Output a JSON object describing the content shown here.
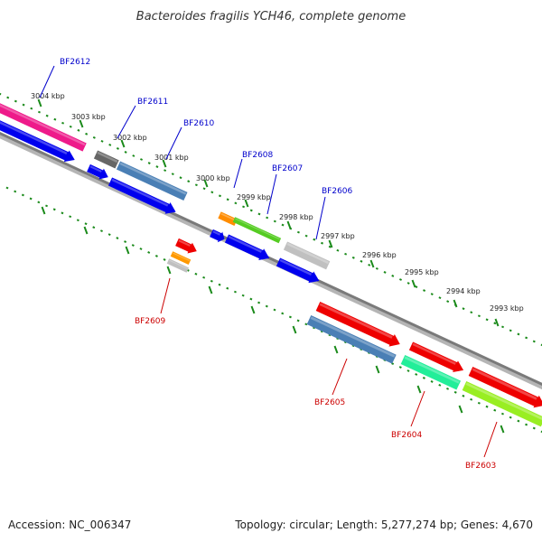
{
  "title": "Bacteroides fragilis YCH46, complete genome",
  "footer": {
    "accession": "Accession: NC_006347",
    "summary": "Topology: circular; Length: 5,277,274 bp; Genes: 4,670"
  },
  "colors": {
    "forward_label": "#0000cc",
    "reverse_label": "#cc0000",
    "tick": "#1a8a1a",
    "backbone": "#7a7a7a"
  },
  "ticks": [
    {
      "label": "3004 kbp"
    },
    {
      "label": "3003 kbp"
    },
    {
      "label": "3002 kbp"
    },
    {
      "label": "3001 kbp"
    },
    {
      "label": "3000 kbp"
    },
    {
      "label": "2999 kbp"
    },
    {
      "label": "2998 kbp"
    },
    {
      "label": "2997 kbp"
    },
    {
      "label": "2996 kbp"
    },
    {
      "label": "2995 kbp"
    },
    {
      "label": "2994 kbp"
    },
    {
      "label": "2993 kbp"
    }
  ],
  "labels_top": [
    {
      "text": "BF2612"
    },
    {
      "text": "BF2611"
    },
    {
      "text": "BF2610"
    },
    {
      "text": "BF2608"
    },
    {
      "text": "BF2607"
    },
    {
      "text": "BF2606"
    }
  ],
  "labels_bottom": [
    {
      "text": "BF2609"
    },
    {
      "text": "BF2605"
    },
    {
      "text": "BF2604"
    },
    {
      "text": "BF2603"
    }
  ],
  "genes": [
    {
      "color": "#ee1a8a"
    },
    {
      "color": "#0000ee"
    },
    {
      "color": "#0000ee"
    },
    {
      "color": "#666666"
    },
    {
      "color": "#4a7fb5"
    },
    {
      "color": "#0000ee"
    },
    {
      "color": "#ff8c00"
    },
    {
      "color": "#55cc22"
    },
    {
      "color": "#0000ee"
    },
    {
      "color": "#0000ee"
    },
    {
      "color": "#c0c0c0"
    },
    {
      "color": "#0000ee"
    },
    {
      "color": "#ee0000"
    },
    {
      "color": "#ff9900"
    },
    {
      "color": "#c0c0c0"
    },
    {
      "color": "#ee0000"
    },
    {
      "color": "#4a7fb5"
    },
    {
      "color": "#ee0000"
    },
    {
      "color": "#22ee99"
    },
    {
      "color": "#ee0000"
    },
    {
      "color": "#99ee22"
    }
  ]
}
